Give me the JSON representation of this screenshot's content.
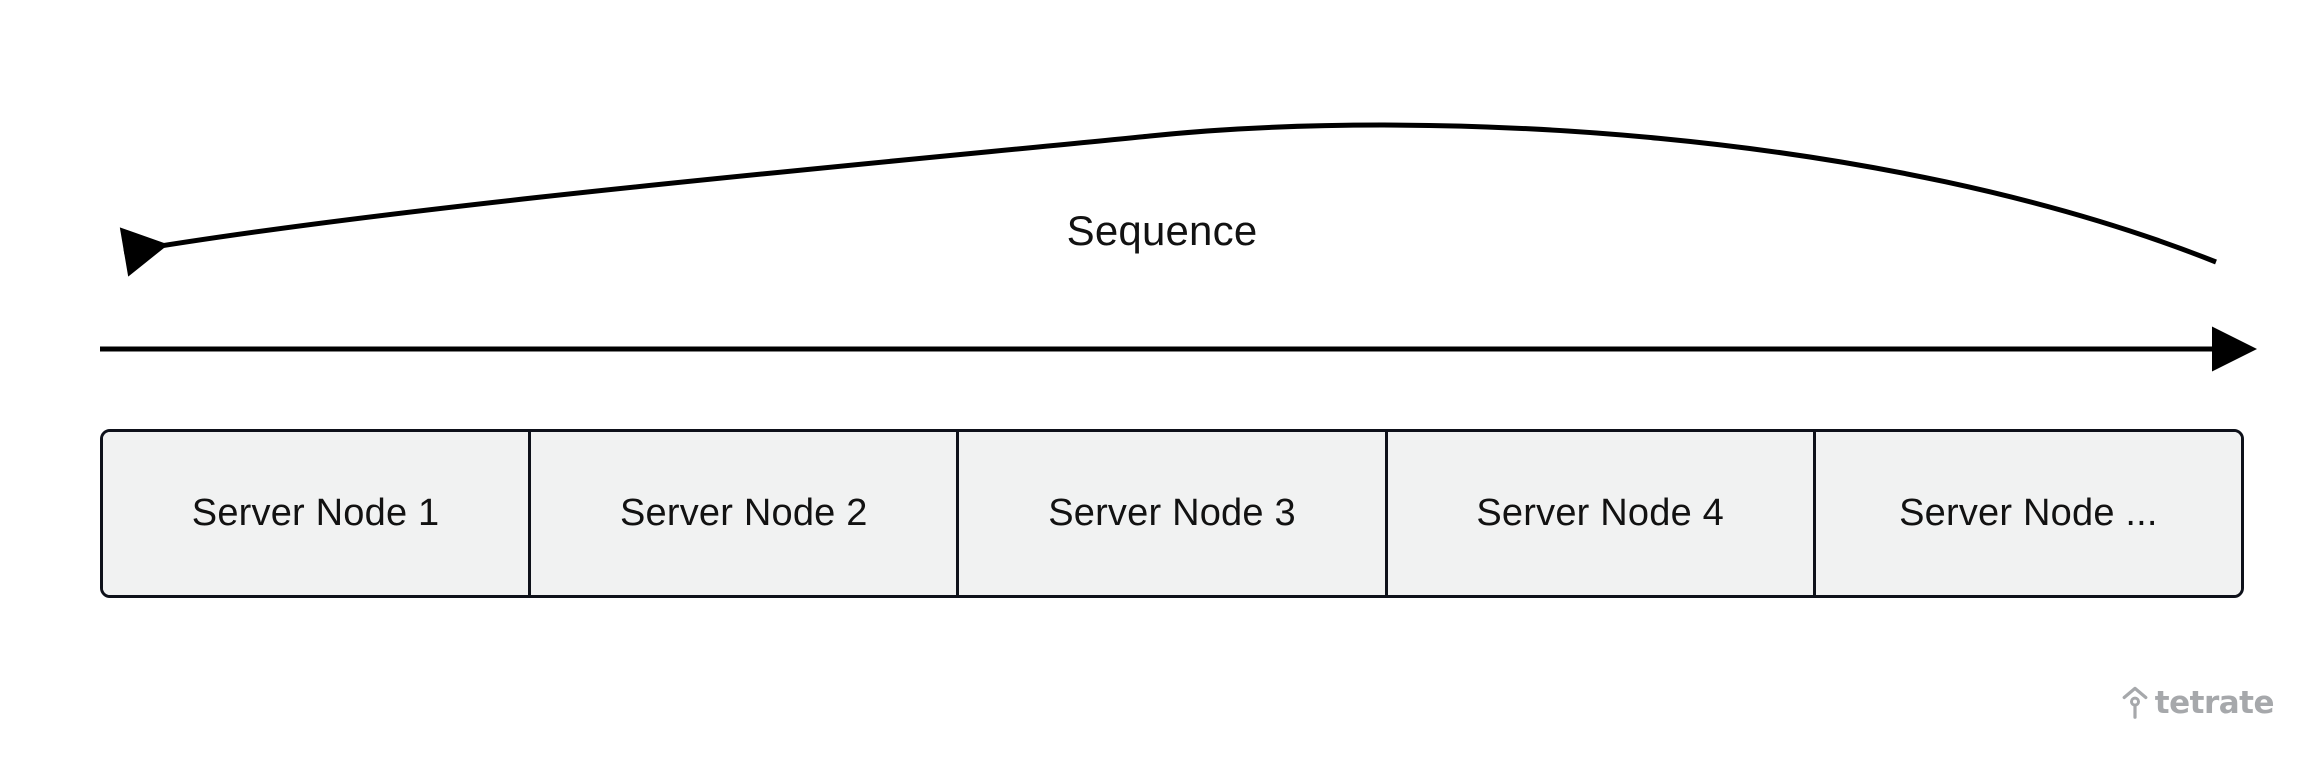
{
  "diagram": {
    "title": "Sequence",
    "background_color": "#ffffff",
    "stroke_color": "#000000",
    "arrows": {
      "curved_arrow": {
        "name": "curved-reverse-arrow",
        "label": "Sequence",
        "direction": "right-to-left",
        "arrowhead_end": "left"
      },
      "straight_arrow": {
        "name": "straight-forward-arrow",
        "direction": "left-to-right",
        "arrowhead_end": "right"
      }
    },
    "nodes": {
      "fill_color": "#f1f2f2",
      "border_color": "#0e111a",
      "text_color": "#121212",
      "items": [
        {
          "label": "Server Node 1"
        },
        {
          "label": "Server Node 2"
        },
        {
          "label": "Server Node 3"
        },
        {
          "label": "Server Node 4"
        },
        {
          "label": "Server Node ..."
        }
      ]
    }
  },
  "branding": {
    "name": "tetrate",
    "wordmark": "tetrate",
    "color": "#a6a8ab",
    "mark_icon": "tetrate-arrow-mark-icon"
  }
}
